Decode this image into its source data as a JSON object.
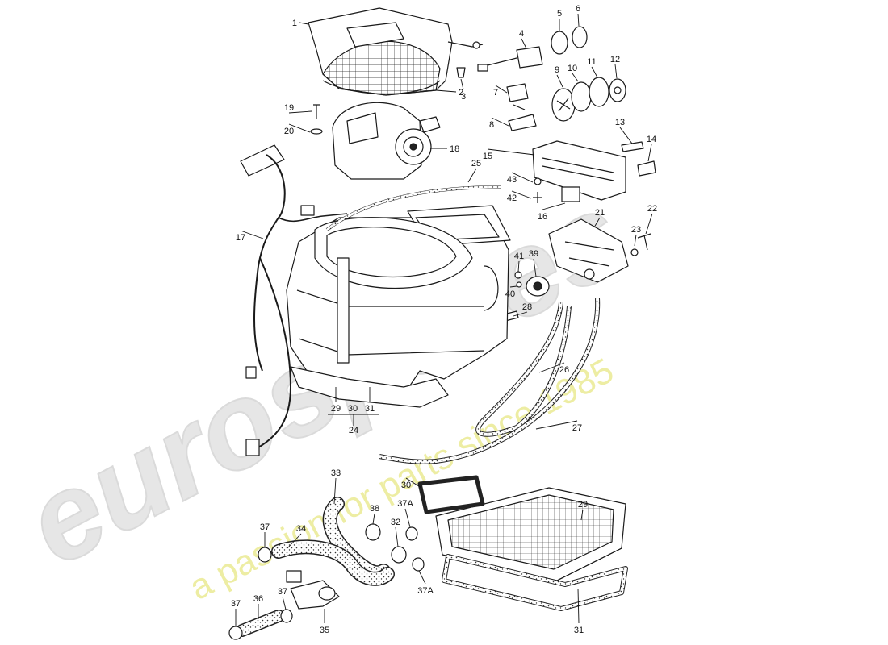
{
  "watermark": {
    "brand": "eurospares",
    "tagline": "a passion for parts since 1985",
    "brand_color": "#e2e2e2",
    "tagline_color": "#ecec9a"
  },
  "diagram": {
    "line_color": "#1a1a1a",
    "callouts": [
      {
        "id": "c1",
        "label": "1"
      },
      {
        "id": "c2",
        "label": "2"
      },
      {
        "id": "c3",
        "label": "3"
      },
      {
        "id": "c4",
        "label": "4"
      },
      {
        "id": "c5",
        "label": "5"
      },
      {
        "id": "c6",
        "label": "6"
      },
      {
        "id": "c7",
        "label": "7"
      },
      {
        "id": "c8",
        "label": "8"
      },
      {
        "id": "c9",
        "label": "9"
      },
      {
        "id": "c10",
        "label": "10"
      },
      {
        "id": "c11",
        "label": "11"
      },
      {
        "id": "c12",
        "label": "12"
      },
      {
        "id": "c13",
        "label": "13"
      },
      {
        "id": "c14",
        "label": "14"
      },
      {
        "id": "c15",
        "label": "15"
      },
      {
        "id": "c16",
        "label": "16"
      },
      {
        "id": "c17",
        "label": "17"
      },
      {
        "id": "c18",
        "label": "18"
      },
      {
        "id": "c19",
        "label": "19"
      },
      {
        "id": "c20",
        "label": "20"
      },
      {
        "id": "c21",
        "label": "21"
      },
      {
        "id": "c22",
        "label": "22"
      },
      {
        "id": "c23",
        "label": "23"
      },
      {
        "id": "c24",
        "label": "24"
      },
      {
        "id": "c25",
        "label": "25"
      },
      {
        "id": "c26",
        "label": "26"
      },
      {
        "id": "c27",
        "label": "27"
      },
      {
        "id": "c28",
        "label": "28"
      },
      {
        "id": "c29a",
        "label": "29"
      },
      {
        "id": "c30a",
        "label": "30"
      },
      {
        "id": "c31a",
        "label": "31"
      },
      {
        "id": "c29b",
        "label": "29"
      },
      {
        "id": "c30b",
        "label": "30"
      },
      {
        "id": "c31b",
        "label": "31"
      },
      {
        "id": "c32",
        "label": "32"
      },
      {
        "id": "c33",
        "label": "33"
      },
      {
        "id": "c34",
        "label": "34"
      },
      {
        "id": "c35",
        "label": "35"
      },
      {
        "id": "c36",
        "label": "36"
      },
      {
        "id": "c37a",
        "label": "37"
      },
      {
        "id": "c37b",
        "label": "37"
      },
      {
        "id": "c37c",
        "label": "37"
      },
      {
        "id": "c37A1",
        "label": "37A"
      },
      {
        "id": "c37A2",
        "label": "37A"
      },
      {
        "id": "c38",
        "label": "38"
      },
      {
        "id": "c39",
        "label": "39"
      },
      {
        "id": "c40",
        "label": "40"
      },
      {
        "id": "c41",
        "label": "41"
      },
      {
        "id": "c42",
        "label": "42"
      },
      {
        "id": "c43",
        "label": "43"
      }
    ]
  }
}
